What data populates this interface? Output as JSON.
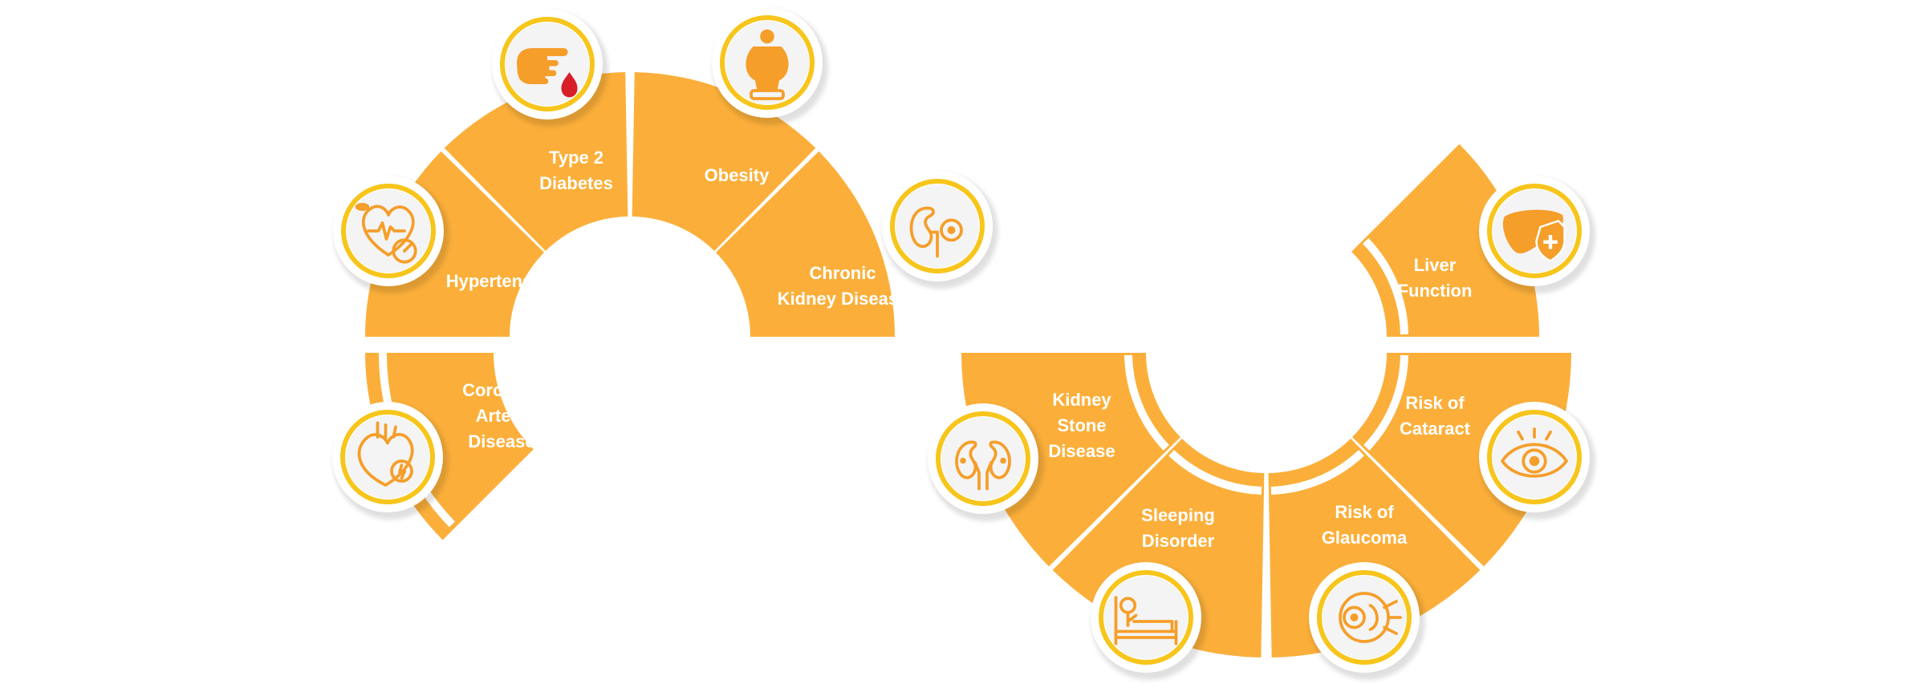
{
  "colors": {
    "segment": "#FBAF3A",
    "badge_ring": "#F7C51B",
    "icon": "#F59E2A",
    "label_text": "#FFFFFF",
    "background": "#FFFFFF"
  },
  "diagram": {
    "left_group": [
      {
        "id": "coronary",
        "lines": [
          "Coronary",
          "Artery",
          "Disease"
        ],
        "icon": "heart-icon"
      },
      {
        "id": "hypertension",
        "lines": [
          "Hypertension"
        ],
        "icon": "blood-pressure-heart-icon"
      },
      {
        "id": "diabetes",
        "lines": [
          "Type 2",
          "Diabetes"
        ],
        "icon": "finger-blood-drop-icon"
      },
      {
        "id": "obesity",
        "lines": [
          "Obesity"
        ],
        "icon": "person-on-scale-icon"
      },
      {
        "id": "ckd",
        "lines": [
          "Chronic",
          "Kidney Disease"
        ],
        "icon": "kidney-icon"
      }
    ],
    "right_group": [
      {
        "id": "kidney-stone",
        "lines": [
          "Kidney",
          "Stone",
          "Disease"
        ],
        "icon": "kidneys-icon"
      },
      {
        "id": "sleeping",
        "lines": [
          "Sleeping",
          "Disorder"
        ],
        "icon": "person-in-bed-icon"
      },
      {
        "id": "glaucoma",
        "lines": [
          "Risk of",
          "Glaucoma"
        ],
        "icon": "eyeball-icon"
      },
      {
        "id": "cataract",
        "lines": [
          "Risk of",
          "Cataract"
        ],
        "icon": "eye-icon"
      },
      {
        "id": "liver",
        "lines": [
          "Liver",
          "Function"
        ],
        "icon": "liver-shield-icon"
      }
    ]
  }
}
